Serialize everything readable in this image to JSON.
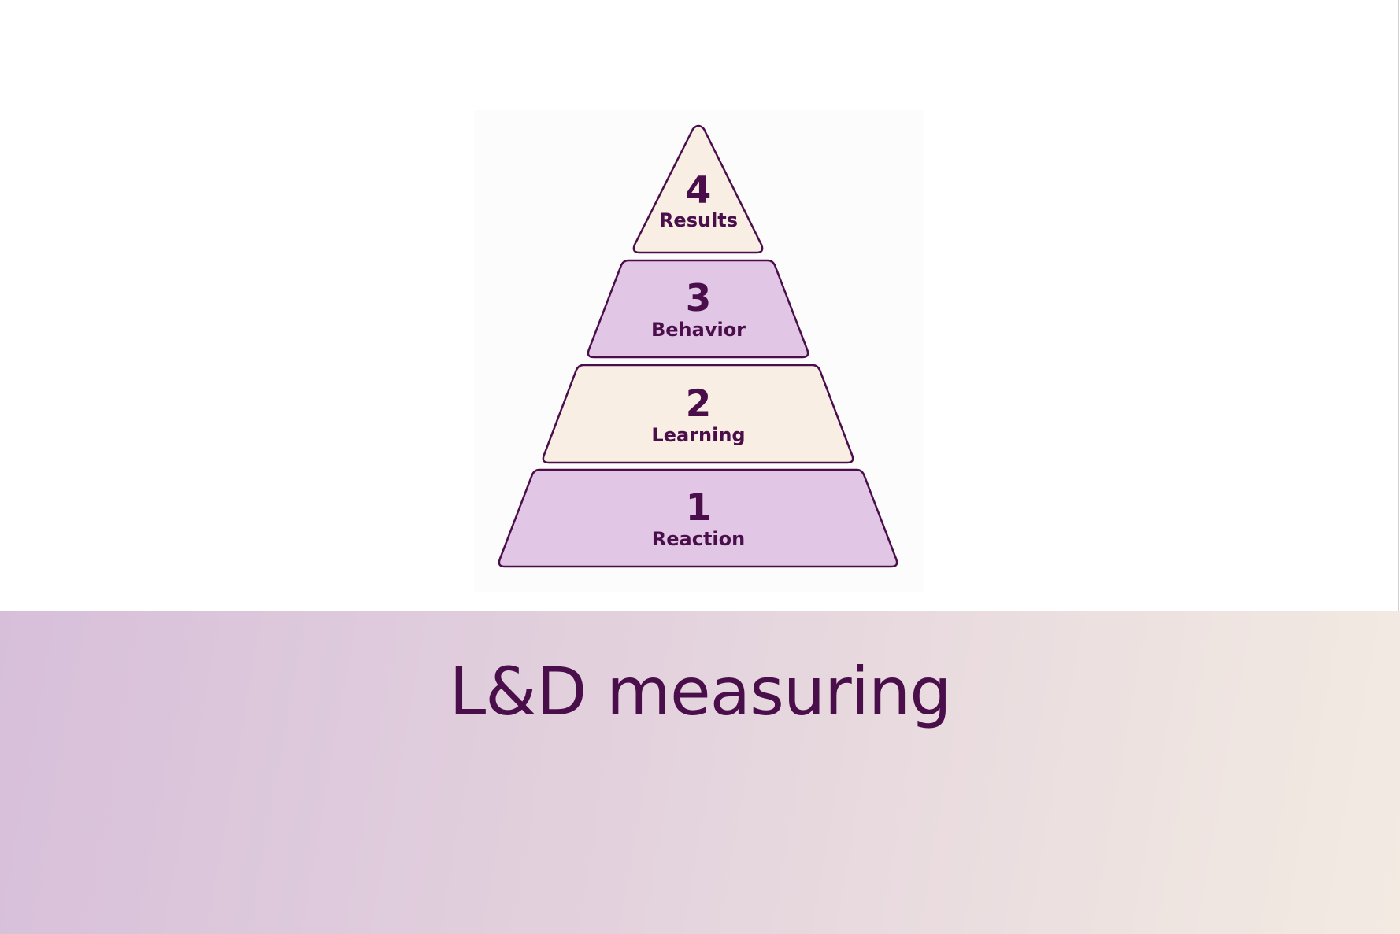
{
  "diagram": {
    "tiers": [
      {
        "number": "4",
        "label": "Results",
        "fill": "#f8eee4"
      },
      {
        "number": "3",
        "label": "Behavior",
        "fill": "#e1c6e5"
      },
      {
        "number": "2",
        "label": "Learning",
        "fill": "#f8eee4"
      },
      {
        "number": "1",
        "label": "Reaction",
        "fill": "#e1c6e5"
      }
    ],
    "stroke_color": "#4a0f4b"
  },
  "title": "L&D measuring"
}
